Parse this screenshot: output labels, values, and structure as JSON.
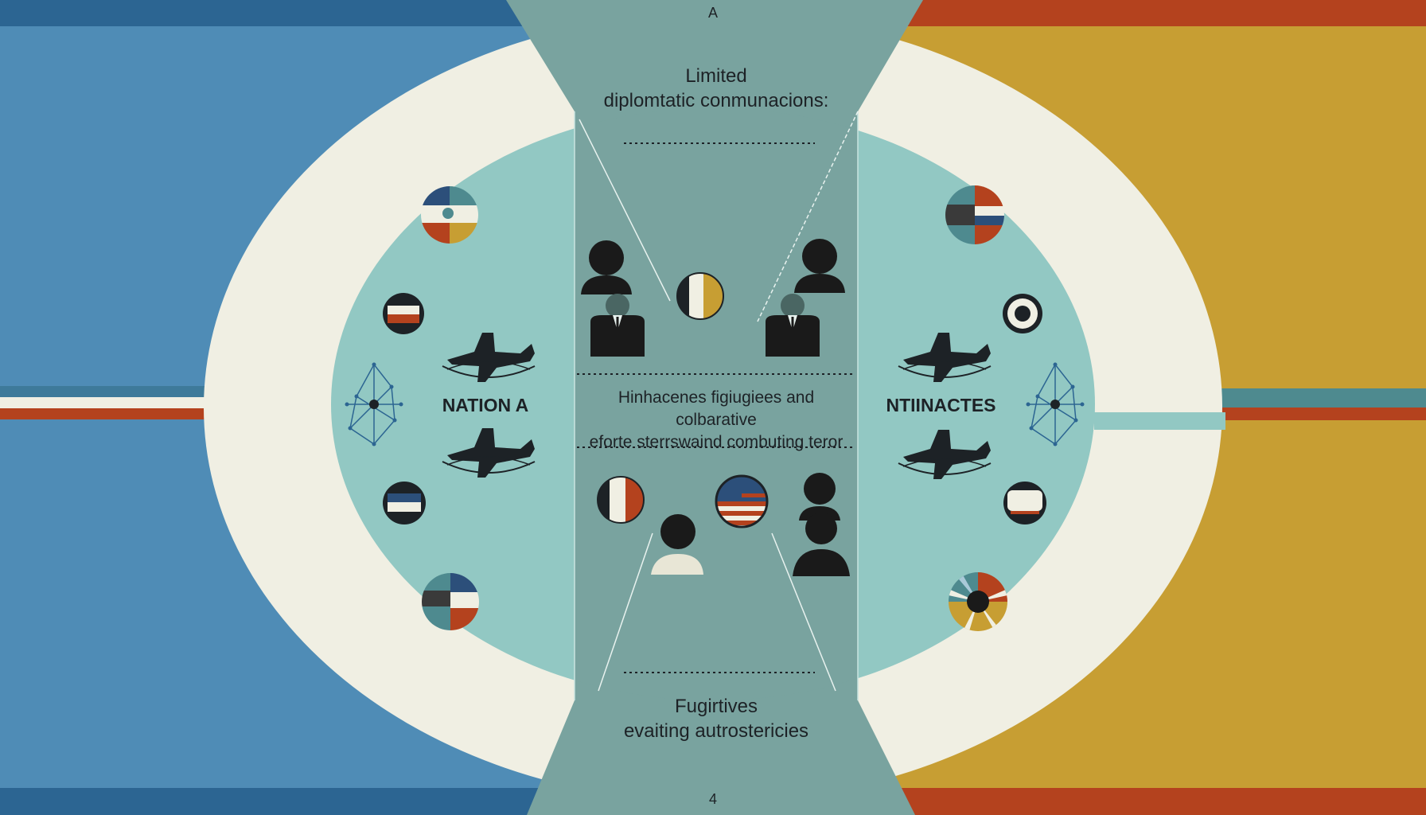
{
  "labels": {
    "top_marker": "A",
    "bottom_marker": "4",
    "top": "Limited\ndiplomtatic conmunacions:",
    "middle": "Hinhacenes figiugiees and colbarative\neforte sterrswaind combuting teror",
    "bottom": "Fugirtives\nevaiting autrostericies",
    "left_nation": "NATION A",
    "right_nation": "NTIINACTES"
  },
  "colors": {
    "left_panel": "#4f8cb6",
    "right_panel": "#c79e33",
    "top_left_band": "#2c6592",
    "top_right_band": "#b4421e",
    "ring": "#f0efe3",
    "inner_circle": "#92c8c3",
    "central_column": "#79a39f",
    "outline": "#1d2226"
  },
  "icons": {
    "left": [
      "flag-icon",
      "flag-icon",
      "molecule-icon",
      "fighter-jet-icon",
      "fighter-jet-icon",
      "flag-icon",
      "flag-icon"
    ],
    "right": [
      "flag-icon",
      "target-icon",
      "fighter-jet-icon",
      "molecule-icon",
      "fighter-jet-icon",
      "flag-icon",
      "flag-icon"
    ],
    "center": [
      "person-icon",
      "businessman-icon",
      "person-icon",
      "businessman-icon",
      "flag-icon",
      "flag-icon",
      "us-flag-icon",
      "person-icon",
      "person-icon"
    ]
  }
}
